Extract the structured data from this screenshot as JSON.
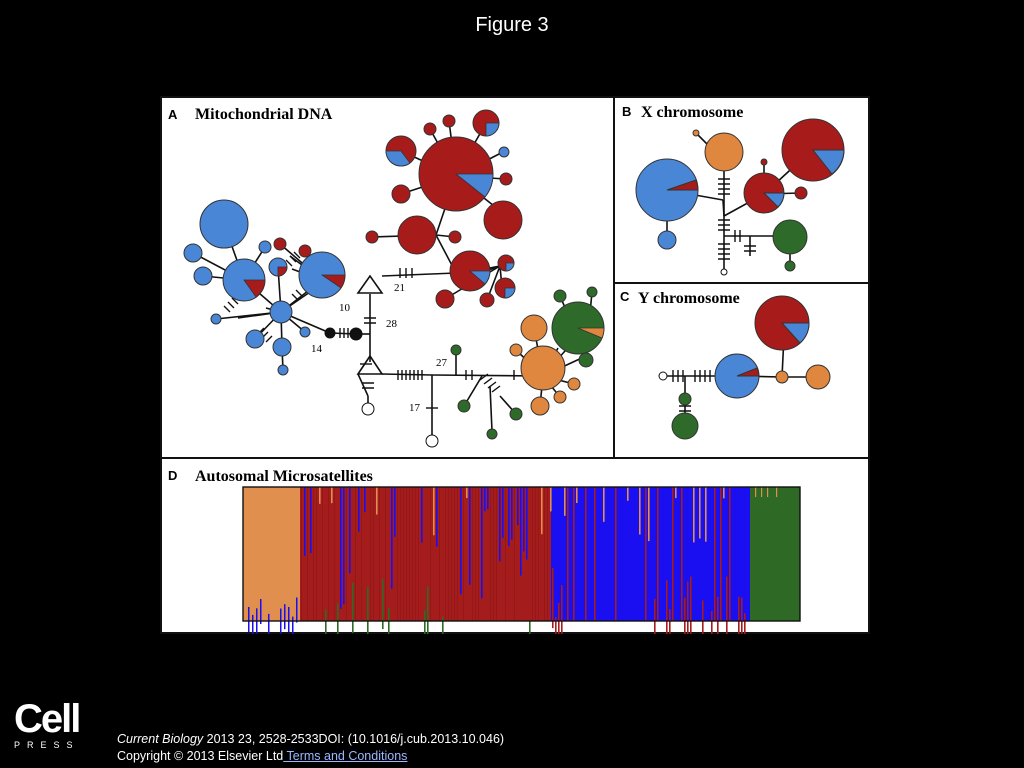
{
  "slide": {
    "title": "Figure 3"
  },
  "panels": {
    "a": {
      "letter": "A",
      "title": "Mitochondrial DNA",
      "branch_numbers": [
        "21",
        "10",
        "28",
        "14",
        "27",
        "17"
      ]
    },
    "b": {
      "letter": "B",
      "title": "X chromosome"
    },
    "c": {
      "letter": "C",
      "title": "Y chromosome"
    },
    "d": {
      "letter": "D",
      "title": "Autosomal Microsatellites"
    }
  },
  "colors": {
    "red": "#a81b1b",
    "blue": "#4a86d6",
    "orange": "#e0873f",
    "green": "#2e6a2a",
    "bar_blue": "#1a0ff0",
    "bar_red": "#a51c1c",
    "bar_orange": "#e08f4f",
    "bar_green": "#2e6a25"
  },
  "publisher": {
    "logo_word": "Cell",
    "logo_sub": "PRESS"
  },
  "citation": {
    "journal": "Current Biology",
    "details": " 2013 23, 2528-2533DOI: (10.1016/j.cub.2013.10.046)",
    "copyright": "Copyright © 2013 Elsevier Ltd",
    "terms_link": " Terms and Conditions"
  }
}
